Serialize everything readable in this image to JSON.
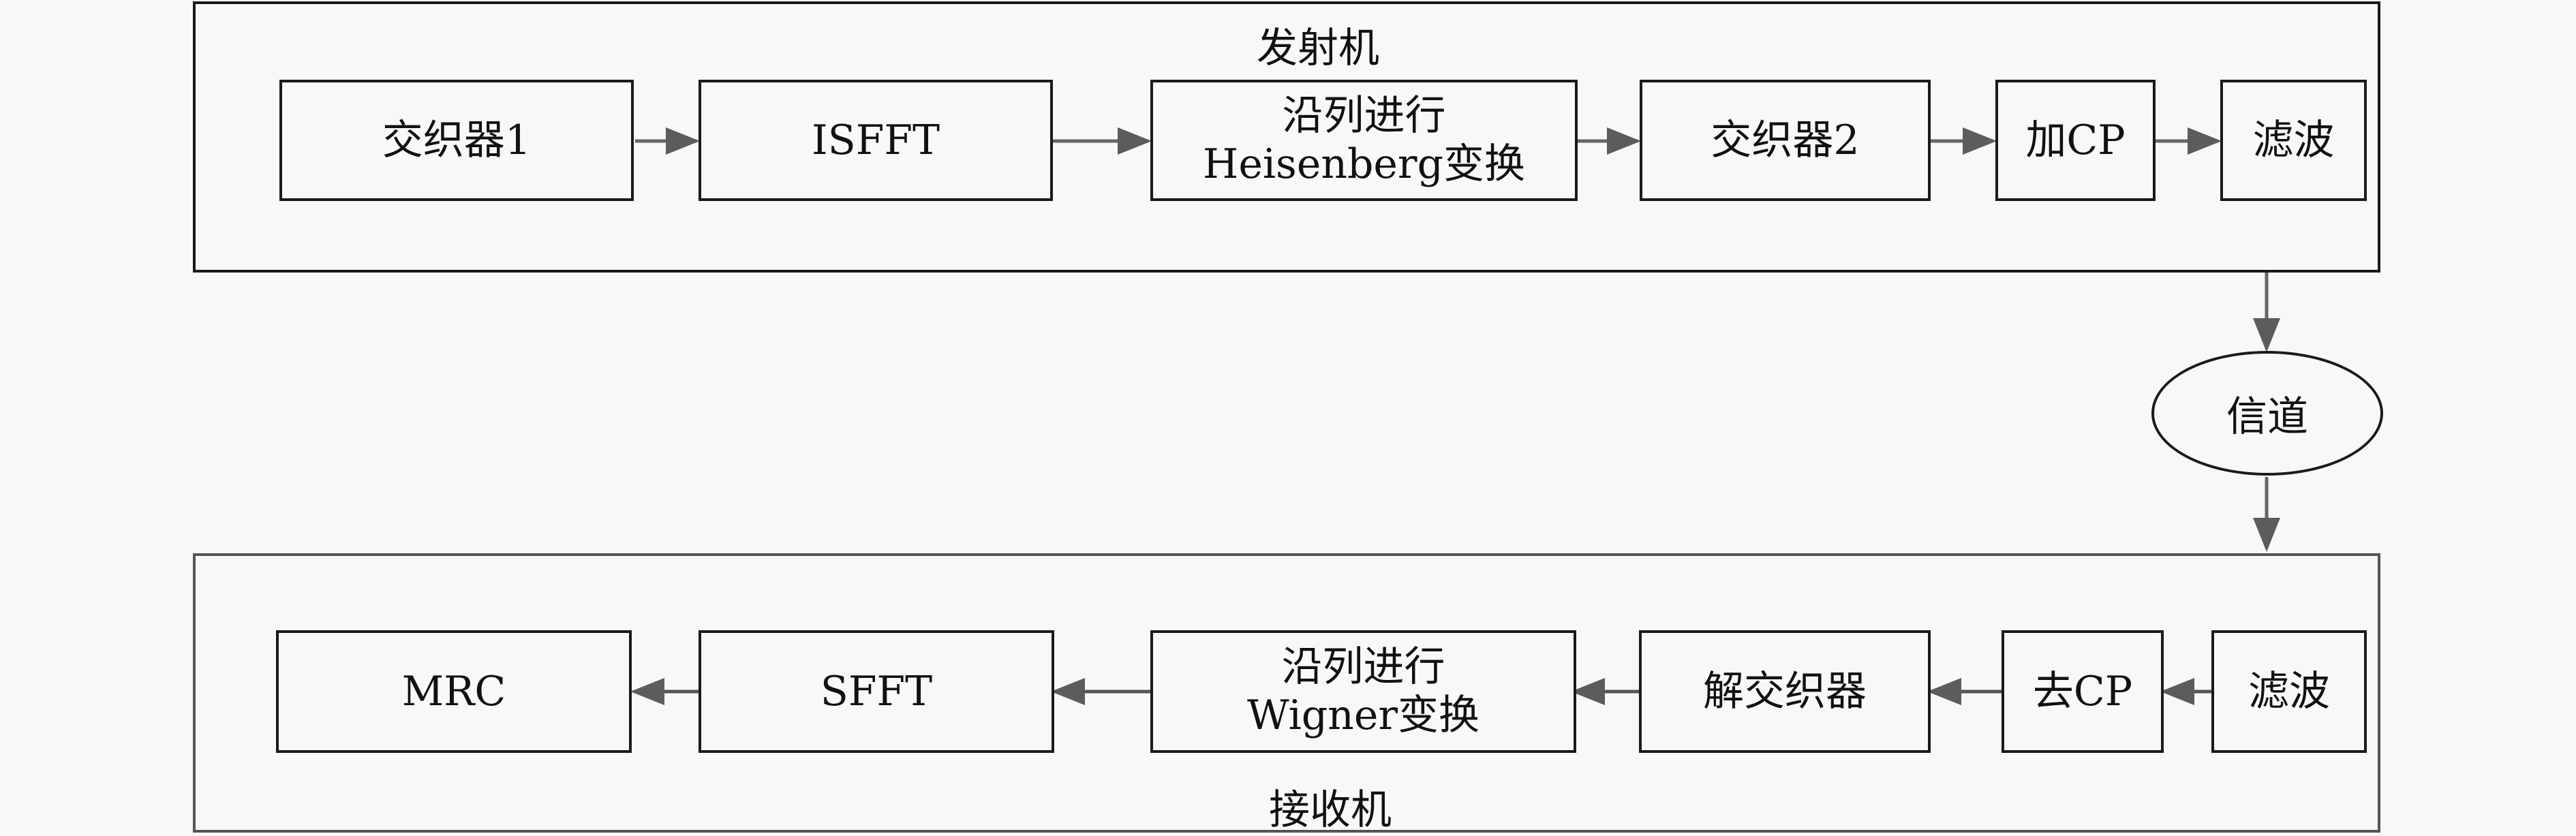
{
  "transmitter": {
    "title": "发射机",
    "blocks": {
      "interleaver1": "交织器1",
      "isfft": "ISFFT",
      "heis_line1": "沿列进行",
      "heis_line2": "Heisenberg变换",
      "interleaver2": "交织器2",
      "add_cp": "加CP",
      "filter": "滤波"
    }
  },
  "channel": {
    "label": "信道"
  },
  "receiver": {
    "title": "接收机",
    "blocks": {
      "mrc": "MRC",
      "sfft": "SFFT",
      "wigner_line1": "沿列进行",
      "wigner_line2": "Wigner变换",
      "deinterleaver": "解交织器",
      "remove_cp": "去CP",
      "filter": "滤波"
    }
  },
  "colors": {
    "arrow_tx": "#666666",
    "arrow_rx": "#555555",
    "border": "#1a1a1a"
  }
}
